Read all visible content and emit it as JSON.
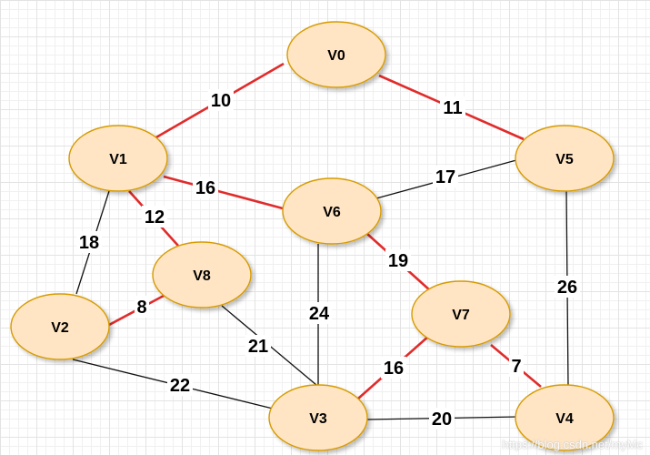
{
  "colors": {
    "node_fill": "#ffe5c4",
    "node_stroke": "#d79b00",
    "tree_edge": "#e12b2b",
    "plain_edge": "#111111",
    "text": "#000000"
  },
  "nodes": [
    {
      "id": "v0",
      "label": "V0"
    },
    {
      "id": "v1",
      "label": "V1"
    },
    {
      "id": "v2",
      "label": "V2"
    },
    {
      "id": "v3",
      "label": "V3"
    },
    {
      "id": "v4",
      "label": "V4"
    },
    {
      "id": "v5",
      "label": "V5"
    },
    {
      "id": "v6",
      "label": "V6"
    },
    {
      "id": "v7",
      "label": "V7"
    },
    {
      "id": "v8",
      "label": "V8"
    }
  ],
  "edges": [
    {
      "from": "v0",
      "to": "v1",
      "weight": "10",
      "highlighted": true
    },
    {
      "from": "v0",
      "to": "v5",
      "weight": "11",
      "highlighted": true
    },
    {
      "from": "v1",
      "to": "v6",
      "weight": "16",
      "highlighted": true
    },
    {
      "from": "v1",
      "to": "v8",
      "weight": "12",
      "highlighted": true
    },
    {
      "from": "v1",
      "to": "v2",
      "weight": "18",
      "highlighted": false
    },
    {
      "from": "v5",
      "to": "v6",
      "weight": "17",
      "highlighted": false
    },
    {
      "from": "v5",
      "to": "v4",
      "weight": "26",
      "highlighted": false
    },
    {
      "from": "v6",
      "to": "v7",
      "weight": "19",
      "highlighted": true
    },
    {
      "from": "v6",
      "to": "v3",
      "weight": "24",
      "highlighted": false
    },
    {
      "from": "v8",
      "to": "v2",
      "weight": "8",
      "highlighted": true
    },
    {
      "from": "v8",
      "to": "v3",
      "weight": "21",
      "highlighted": false
    },
    {
      "from": "v2",
      "to": "v3",
      "weight": "22",
      "highlighted": false
    },
    {
      "from": "v7",
      "to": "v3",
      "weight": "16",
      "highlighted": true
    },
    {
      "from": "v7",
      "to": "v4",
      "weight": "7",
      "highlighted": true
    },
    {
      "from": "v3",
      "to": "v4",
      "weight": "20",
      "highlighted": false
    }
  ],
  "watermark": "https://blog.csdn.net/myMc"
}
